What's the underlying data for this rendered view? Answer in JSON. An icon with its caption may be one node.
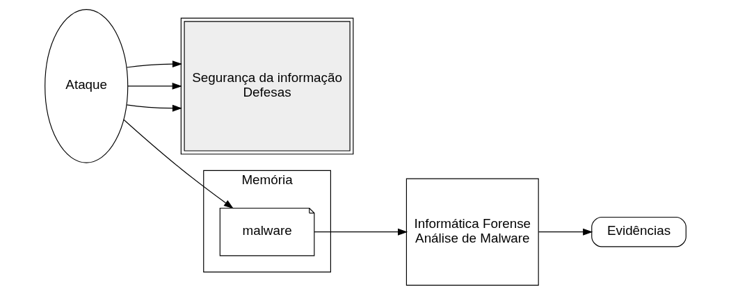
{
  "diagram": {
    "nodes": [
      {
        "text": [
          "Ataque"
        ]
      },
      {
        "text": [
          "Segurança da informação",
          "Defesas"
        ]
      },
      {
        "text": [
          "Memória"
        ]
      },
      {
        "text": [
          "malware"
        ],
        "in": 2
      },
      {
        "text": [
          "Informática Forense",
          "Análise de Malware"
        ]
      },
      {
        "text": [
          "Evidências"
        ]
      }
    ],
    "edges": [
      {
        "from": 0,
        "to": 3,
        "arrow": "to"
      },
      {
        "from": 0,
        "to": 1,
        "arrow": "to"
      },
      {
        "from": 0,
        "to": 1,
        "arrow": "to"
      },
      {
        "from": 0,
        "to": 1,
        "arrow": "to"
      },
      {
        "from": 3,
        "to": 4,
        "arrow": "to"
      },
      {
        "from": 4,
        "to": 5,
        "arrow": "to"
      }
    ]
  }
}
